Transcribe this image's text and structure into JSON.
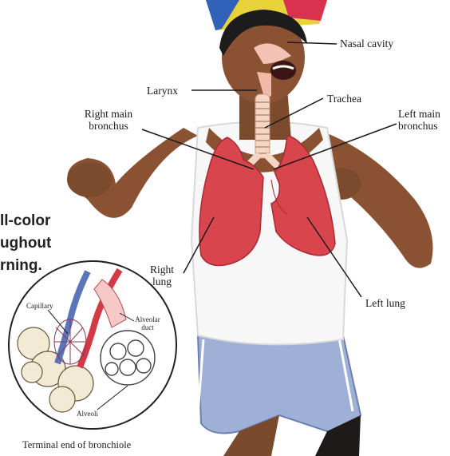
{
  "labels": {
    "nasal_cavity": "Nasal cavity",
    "larynx": "Larynx",
    "trachea": "Trachea",
    "right_main_bronchus": [
      "Right main",
      "bronchus"
    ],
    "left_main_bronchus": [
      "Left main",
      "bronchus"
    ],
    "right_lung": [
      "Right",
      "lung"
    ],
    "left_lung": "Left lung"
  },
  "inset": {
    "capillary": "Capillary",
    "alveolar_duct": [
      "Alveolar",
      "duct"
    ],
    "alveoli": "Alveoli",
    "caption": "Terminal end of bronchiole"
  },
  "side_text": [
    "ll-color",
    "ughout",
    "rning."
  ],
  "colors": {
    "lung": "#d9454d",
    "skin": "#8a5232",
    "shirt": "#f7f7f7",
    "shorts": "#9fb0d6",
    "artery": "#d23a45",
    "vein": "#5a76b8"
  }
}
